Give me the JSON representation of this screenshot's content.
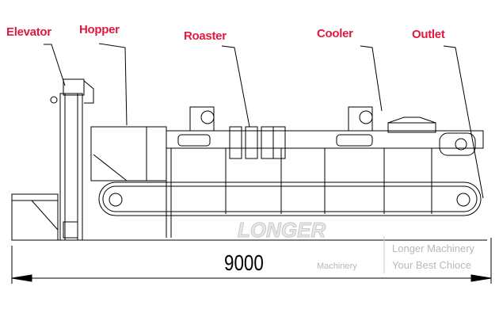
{
  "labels": {
    "elevator": "Elevator",
    "hopper": "Hopper",
    "roaster": "Roaster",
    "cooler": "Cooler",
    "outlet": "Outlet"
  },
  "dimension": "9000",
  "watermark": {
    "logo": "LONGER",
    "logo_sub": "Machinery",
    "line1": "Longer Machinery",
    "line2": "Your Best Chioce"
  },
  "colors": {
    "label": "#e0193f",
    "line": "#000000",
    "watermark": "#b8b8b8"
  }
}
